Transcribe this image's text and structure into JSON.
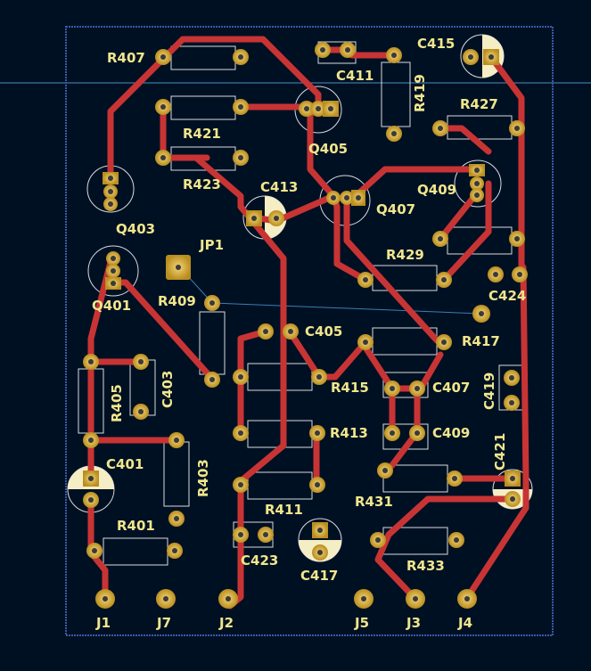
{
  "colors": {
    "background": "#001023",
    "edge_cuts": "#3a5aa8",
    "copper_trace": "#c83434",
    "pad_gold": "#c8a02c",
    "silkscreen": "#f0e68c",
    "outline": "#ffffff",
    "ratsnest": "#3a7fb2"
  },
  "components": {
    "R407": "R407",
    "R421": "R421",
    "R423": "R423",
    "C411": "C411",
    "R419": "R419",
    "Q405": "Q405",
    "C415": "C415",
    "R427": "R427",
    "Q409": "Q409",
    "C413": "C413",
    "Q407": "Q407",
    "Q403": "Q403",
    "JP1": "JP1",
    "R429": "R429",
    "C424": "C424",
    "Q401": "Q401",
    "R409": "R409",
    "C405": "C405",
    "R417": "R417",
    "R405": "R405",
    "C403": "C403",
    "R415": "R415",
    "C407": "C407",
    "C419": "C419",
    "R413": "R413",
    "C409": "C409",
    "C401": "C401",
    "R403": "R403",
    "C421": "C421",
    "R431": "R431",
    "R411": "R411",
    "R401": "R401",
    "C417": "C417",
    "C423": "C423",
    "R433": "R433",
    "J1": "J1",
    "J7": "J7",
    "J2": "J2",
    "J5": "J5",
    "J3": "J3",
    "J4": "J4"
  }
}
